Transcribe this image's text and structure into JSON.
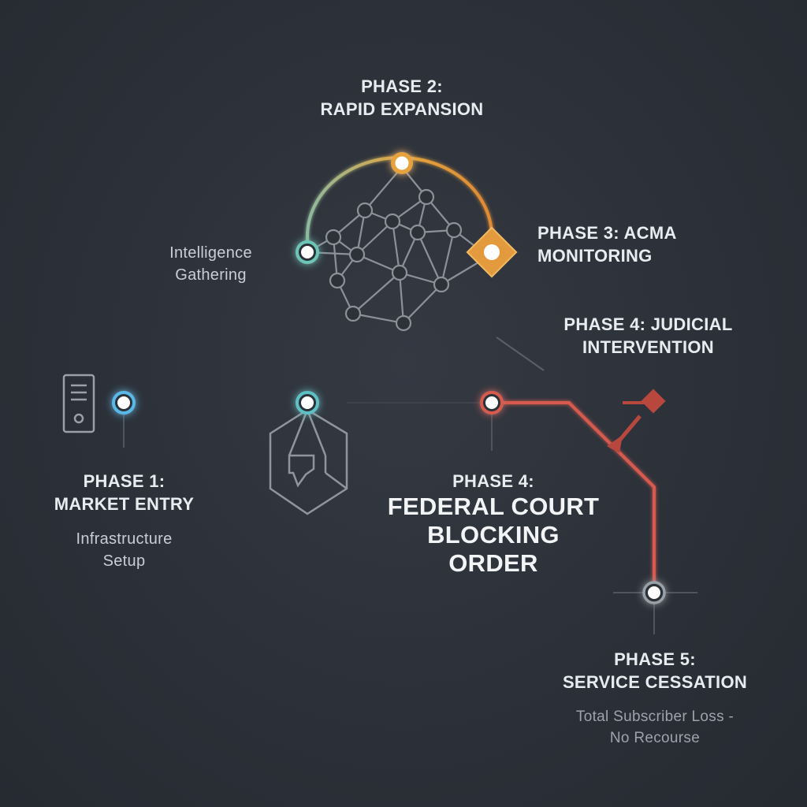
{
  "phase1": {
    "title_line1": "PHASE 1:",
    "title_line2": "MARKET ENTRY",
    "sub_line1": "Infrastructure",
    "sub_line2": "Setup"
  },
  "intelligence": {
    "line1": "Intelligence",
    "line2": "Gathering"
  },
  "phase2": {
    "title_line1": "PHASE 2:",
    "title_line2": "RAPID EXPANSION"
  },
  "phase3": {
    "title_line1": "PHASE 3: ACMA",
    "title_line2": "MONITORING"
  },
  "phase4_judicial": {
    "title_line1": "PHASE 4: JUDICIAL",
    "title_line2": "INTERVENTION"
  },
  "phase4_order": {
    "title_line1": "PHASE 4:",
    "big_line1": "FEDERAL COURT",
    "big_line2": "BLOCKING",
    "big_line3": "ORDER"
  },
  "phase5": {
    "title_line1": "PHASE 5:",
    "title_line2": "SERVICE CESSATION",
    "sub_line1": "Total Subscriber Loss -",
    "sub_line2": "No Recourse"
  },
  "colors": {
    "background": "#2b3038",
    "blue": "#59b8e8",
    "teal": "#6cc2c8",
    "amber": "#e29a3c",
    "red": "#d65a4e",
    "grey": "#8a9099",
    "white_node": "#ffffff"
  },
  "icons": [
    "server-icon",
    "hexagon-shield-icon",
    "network-mesh-icon",
    "diamond-marker-icon",
    "red-diamond-marker-icon"
  ]
}
